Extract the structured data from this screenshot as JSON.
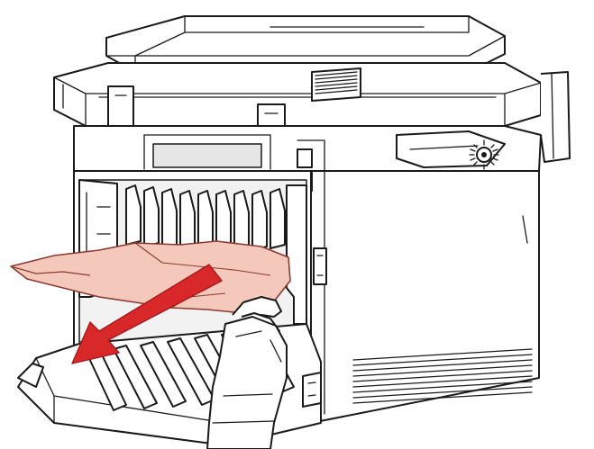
{
  "figure": {
    "subject": "printer-rear-paper-jam-removal",
    "icons": {
      "printer": "printer-body",
      "hand": "gloved-hand-icon",
      "paper": "jammed-paper-sheet",
      "arrow": "pull-direction-arrow-icon",
      "vent": "vent-grille-icon",
      "warning": "hot-surface-warning-icon"
    },
    "colors": {
      "line": "#1a1a1a",
      "body": "#ffffff",
      "paper": "#f4c9bc",
      "paper_edge": "#8a3a30",
      "arrow": "#d8282a",
      "shade": "#d9d9d9"
    }
  }
}
